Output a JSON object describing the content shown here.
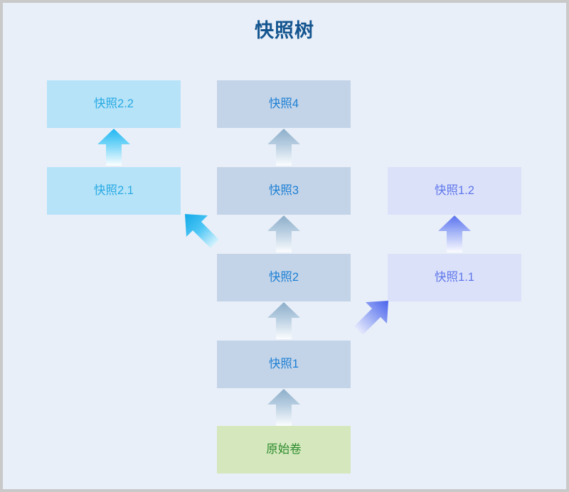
{
  "diagram": {
    "title": "快照树",
    "title_color": "#14558f",
    "canvas_color": "#e9eff8",
    "border_color": "#c9c9c9",
    "type": "tree",
    "nodes": [
      {
        "id": "snapshot22",
        "label": "快照2.2",
        "branch": "branch-2",
        "bg": "#b6e3f8",
        "fg": "#28aae3",
        "column": "left",
        "row": 1
      },
      {
        "id": "snapshot21",
        "label": "快照2.1",
        "branch": "branch-2",
        "bg": "#b6e3f8",
        "fg": "#28aae3",
        "column": "left",
        "row": 2
      },
      {
        "id": "snapshot4",
        "label": "快照4",
        "branch": "main",
        "bg": "#c4d4e8",
        "fg": "#1c7fd4",
        "column": "middle",
        "row": 1
      },
      {
        "id": "snapshot3",
        "label": "快照3",
        "branch": "main",
        "bg": "#c4d4e8",
        "fg": "#1c7fd4",
        "column": "middle",
        "row": 2
      },
      {
        "id": "snapshot2",
        "label": "快照2",
        "branch": "main",
        "bg": "#c4d4e8",
        "fg": "#1c7fd4",
        "column": "middle",
        "row": 3
      },
      {
        "id": "snapshot1",
        "label": "快照1",
        "branch": "main",
        "bg": "#c4d4e8",
        "fg": "#1c7fd4",
        "column": "middle",
        "row": 4
      },
      {
        "id": "snapshot12",
        "label": "快照1.2",
        "branch": "branch-1",
        "bg": "#dce1fa",
        "fg": "#5d76ea",
        "column": "right",
        "row": 2
      },
      {
        "id": "snapshot11",
        "label": "快照1.1",
        "branch": "branch-1",
        "bg": "#dce1fa",
        "fg": "#5d76ea",
        "column": "right",
        "row": 3
      },
      {
        "id": "origin",
        "label": "原始卷",
        "branch": "origin",
        "bg": "#d5e8bd",
        "fg": "#2c8a2c",
        "column": "middle",
        "row": 5
      }
    ],
    "edges": [
      {
        "id": "edge-origin-s1",
        "from": "origin",
        "to": "snapshot1",
        "direction": "up",
        "color": "#94b2cd"
      },
      {
        "id": "edge-s1-s2",
        "from": "snapshot1",
        "to": "snapshot2",
        "direction": "up",
        "color": "#94b2cd"
      },
      {
        "id": "edge-s2-s3",
        "from": "snapshot2",
        "to": "snapshot3",
        "direction": "up",
        "color": "#94b2cd"
      },
      {
        "id": "edge-s3-s4",
        "from": "snapshot3",
        "to": "snapshot4",
        "direction": "up",
        "color": "#94b2cd"
      },
      {
        "id": "edge-s2-s21",
        "from": "snapshot2",
        "to": "snapshot21",
        "direction": "up-left",
        "color": "#23b4ef"
      },
      {
        "id": "edge-s21-s22",
        "from": "snapshot21",
        "to": "snapshot22",
        "direction": "up",
        "color": "#23b4ef"
      },
      {
        "id": "edge-s1-s11",
        "from": "snapshot1",
        "to": "snapshot11",
        "direction": "up-right",
        "color": "#5c72ee"
      },
      {
        "id": "edge-s11-s12",
        "from": "snapshot11",
        "to": "snapshot12",
        "direction": "up",
        "color": "#6d84f0"
      }
    ]
  }
}
